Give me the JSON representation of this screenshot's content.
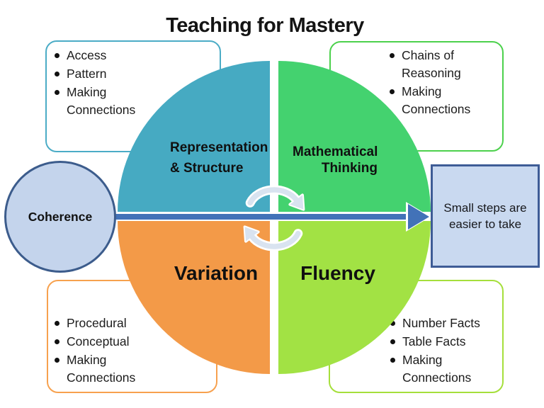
{
  "title": "Teaching for Mastery",
  "coherence": {
    "label": "Coherence"
  },
  "outcome_box": {
    "text": "Small steps are easier to take"
  },
  "quadrants": {
    "top_left": {
      "lines": [
        "Representation",
        "& Structure"
      ],
      "color": "#46AAC2"
    },
    "top_right": {
      "lines": [
        "Mathematical",
        "Thinking"
      ],
      "color": "#44D26F"
    },
    "bottom_left": {
      "lines": [
        "Variation"
      ],
      "color": "#F39A48"
    },
    "bottom_right": {
      "lines": [
        "Fluency"
      ],
      "color": "#A2E244"
    }
  },
  "callouts": {
    "top_left": {
      "border_color": "#4BACC6",
      "items": [
        "Access",
        "Pattern",
        "Making Connections"
      ]
    },
    "top_right": {
      "border_color": "#4CD14C",
      "items": [
        "Chains of Reasoning",
        "Making Connections"
      ]
    },
    "bottom_left": {
      "border_color": "#F7A14E",
      "items": [
        "Procedural",
        "Conceptual",
        "Making Connections"
      ]
    },
    "bottom_right": {
      "border_color": "#A5DF3B",
      "items": [
        "Number Facts",
        "Table Facts",
        "Making Connections"
      ]
    }
  },
  "icons": {
    "center_cycle": "cycle-arrows-icon"
  },
  "colors": {
    "arrow_blue": "#4272B8",
    "light_blue_fill": "#C9D9F0",
    "dark_blue_border": "#3E5C96",
    "coherence_fill": "#C4D4EC",
    "cycle_icon_pale_blue": "#D9E3F0"
  }
}
